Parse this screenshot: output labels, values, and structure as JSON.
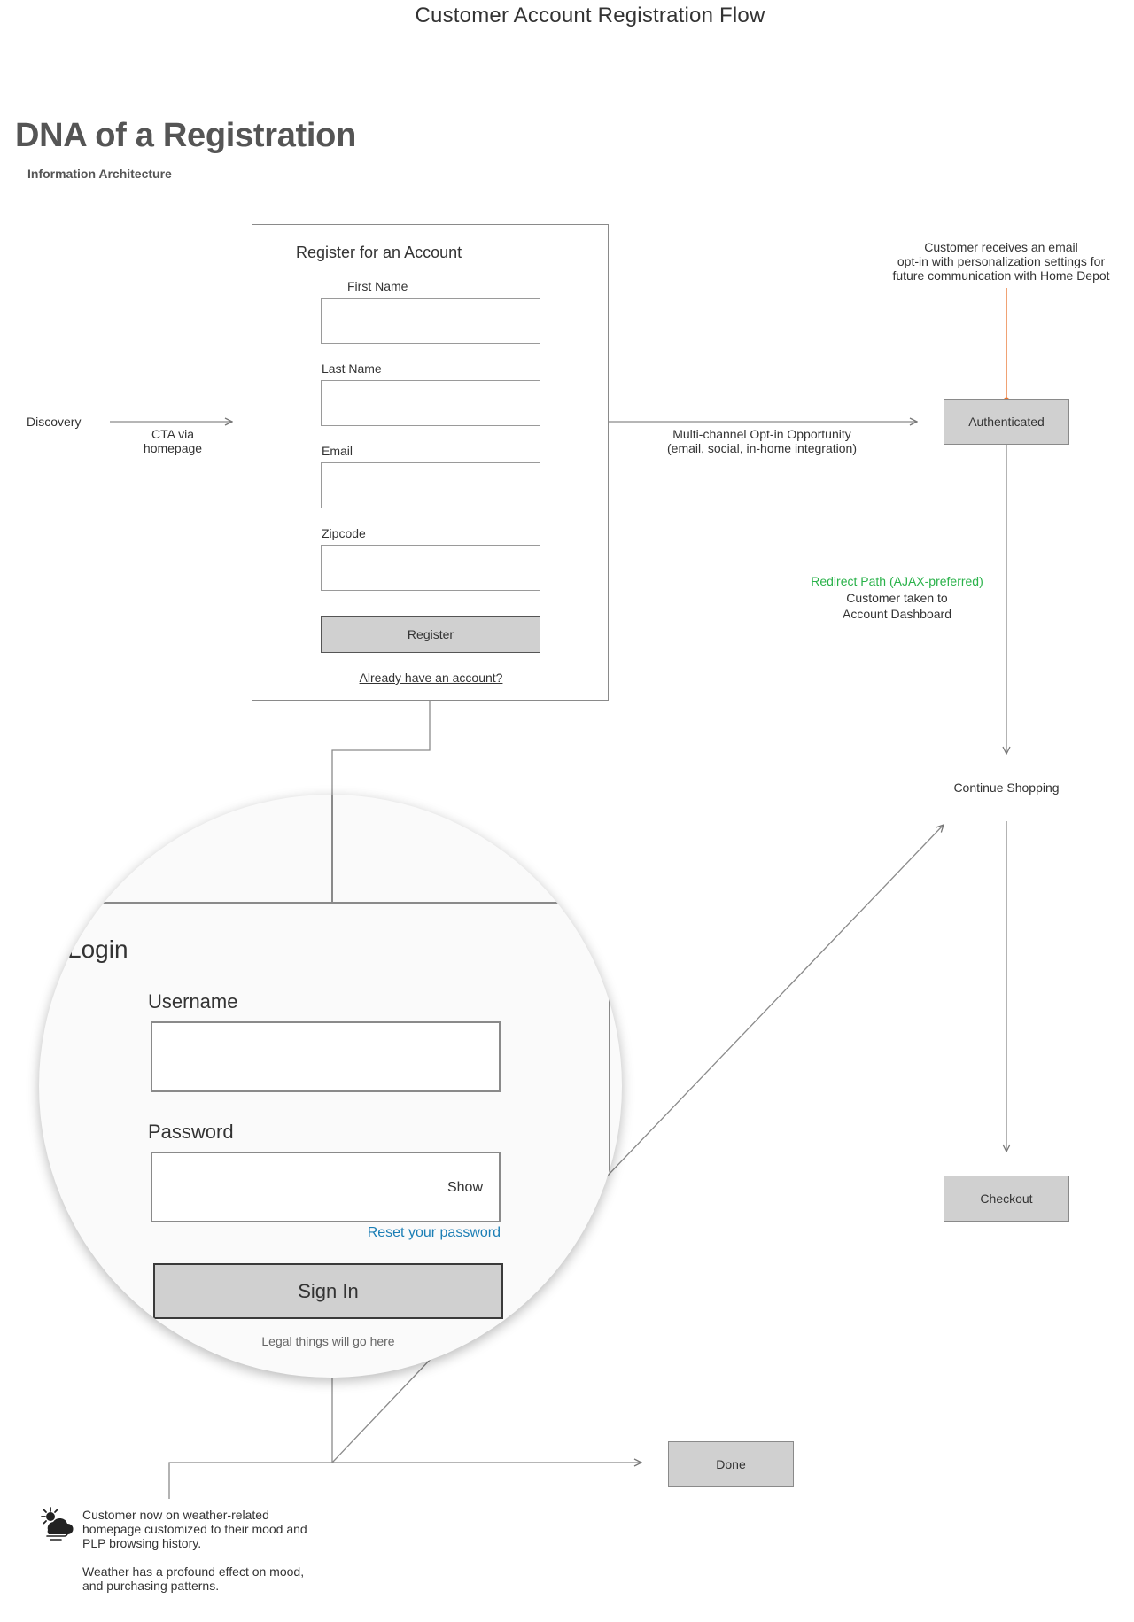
{
  "page_title": "Customer Account Registration Flow",
  "heading": "DNA of a Registration",
  "subheading": "Information Architecture",
  "flow": {
    "discovery": "Discovery",
    "cta": "CTA via\nhomepage",
    "optin": "Multi-channel Opt-in Opportunity\n(email, social, in-home integration)",
    "email_note": "Customer receives an email\nopt-in with personalization settings for\nfuture communication with Home Depot",
    "authenticated": "Authenticated",
    "redirect_path": "Redirect Path (AJAX-preferred)",
    "redirect_note": "Customer taken to\nAccount Dashboard",
    "continue_shopping": "Continue Shopping",
    "checkout": "Checkout",
    "done": "Done"
  },
  "register_form": {
    "title": "Register for an Account",
    "first_name_label": "First Name",
    "last_name_label": "Last Name",
    "email_label": "Email",
    "zipcode_label": "Zipcode",
    "register_button": "Register",
    "account_link": "Already have an account?"
  },
  "login_form": {
    "title": "Login",
    "username_label": "Username",
    "password_label": "Password",
    "show_toggle": "Show",
    "reset_link": "Reset your password",
    "sign_in_button": "Sign In",
    "legal": "Legal things will go here"
  },
  "weather_note": {
    "line1": "Customer now on weather-related homepage customized to their mood and PLP browsing history.",
    "line2": "Weather has a profound effect on mood, and purchasing patterns."
  },
  "colors": {
    "accent_orange": "#e8702a",
    "redirect_green": "#2ab24a",
    "link_blue": "#1b7eb5",
    "box_fill": "#d0d0d0"
  },
  "icons": {
    "weather": "partly-cloudy-windy-icon"
  }
}
